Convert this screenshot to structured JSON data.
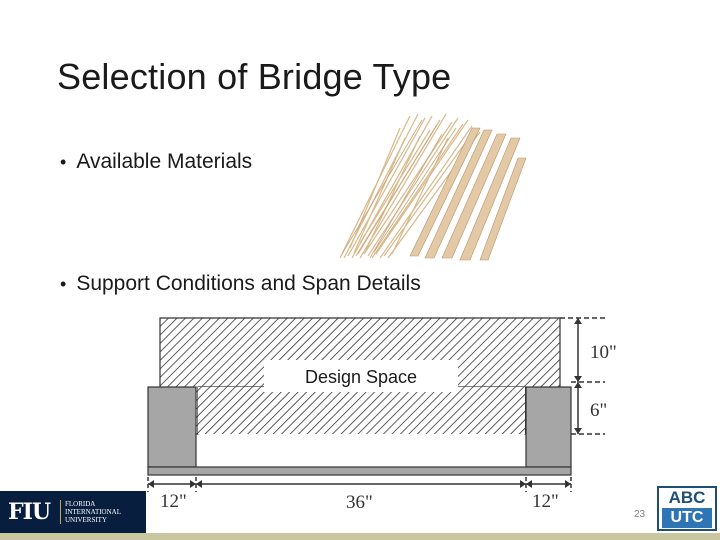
{
  "slide": {
    "title": "Selection of Bridge Type",
    "bullets": [
      "Available Materials",
      "Support Conditions and Span Details"
    ],
    "page_number": "23"
  },
  "diagram": {
    "design_space_label": "Design Space",
    "dimensions": {
      "height_top": "10\"",
      "height_support": "6\"",
      "left_support": "12\"",
      "span": "36\"",
      "right_support": "12\""
    }
  },
  "logos": {
    "fiu_mark": "FIU",
    "fiu_lines": [
      "FLORIDA",
      "INTERNATIONAL",
      "UNIVERSITY"
    ],
    "abc_top": "ABC",
    "abc_bottom": "UTC"
  },
  "icons": {
    "materials": "balsa-wood-sticks-image"
  },
  "colors": {
    "fiu_navy": "#081e3f",
    "abc_blue": "#1f4e79",
    "support_gray": "#a6a6a6",
    "footer_bar": "#c8c7a0"
  }
}
